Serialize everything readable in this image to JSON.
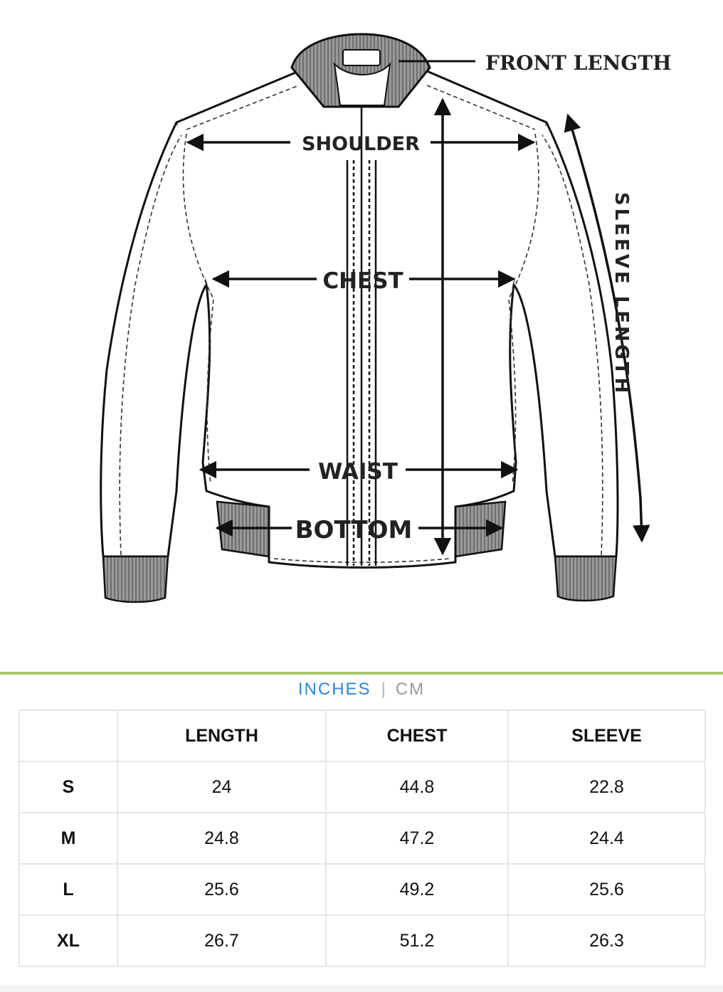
{
  "diagram": {
    "labels": {
      "front_length": "FRONT LENGTH",
      "shoulder": "SHOULDER",
      "chest": "CHEST",
      "waist": "WAIST",
      "bottom": "BOTTOM",
      "sleeve_length": "SLEEVE LENGTH"
    }
  },
  "units": {
    "active": "INCHES",
    "separator": "|",
    "inactive": "CM"
  },
  "table": {
    "headers": [
      "",
      "LENGTH",
      "CHEST",
      "SLEEVE"
    ],
    "rows": [
      {
        "size": "S",
        "length": "24",
        "chest": "44.8",
        "sleeve": "22.8"
      },
      {
        "size": "M",
        "length": "24.8",
        "chest": "47.2",
        "sleeve": "24.4"
      },
      {
        "size": "L",
        "length": "25.6",
        "chest": "49.2",
        "sleeve": "25.6"
      },
      {
        "size": "XL",
        "length": "26.7",
        "chest": "51.2",
        "sleeve": "26.3"
      }
    ]
  },
  "colors": {
    "divider": "#a9c56a",
    "active_unit": "#2d86d9",
    "inactive_unit": "#9a9a9a",
    "rib": "#8d8d8d"
  }
}
